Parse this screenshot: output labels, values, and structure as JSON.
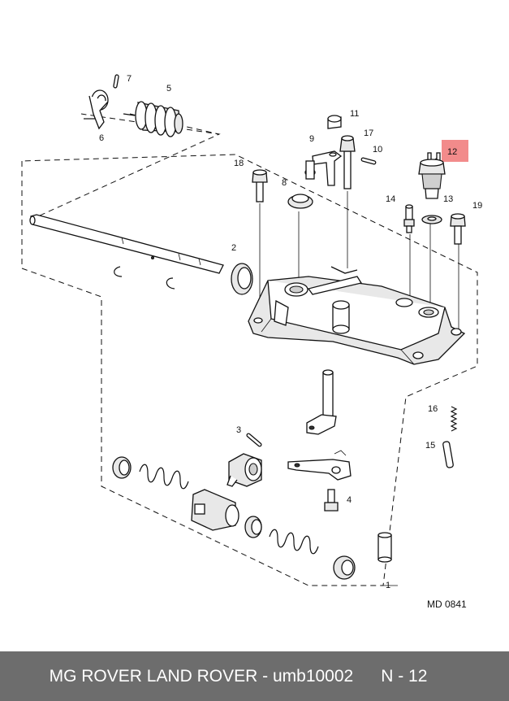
{
  "diagram": {
    "reference_code": "MD 0841",
    "highlight_color": "#f28b8b",
    "part_labels": [
      "1",
      "2",
      "3",
      "4",
      "5",
      "6",
      "7",
      "8",
      "9",
      "10",
      "11",
      "12",
      "13",
      "14",
      "15",
      "16",
      "17",
      "18",
      "19"
    ],
    "highlighted_part": "12"
  },
  "footer": {
    "title": "MG ROVER LAND ROVER - umb10002",
    "page": "N - 12",
    "background_color": "#6d6d6d"
  }
}
